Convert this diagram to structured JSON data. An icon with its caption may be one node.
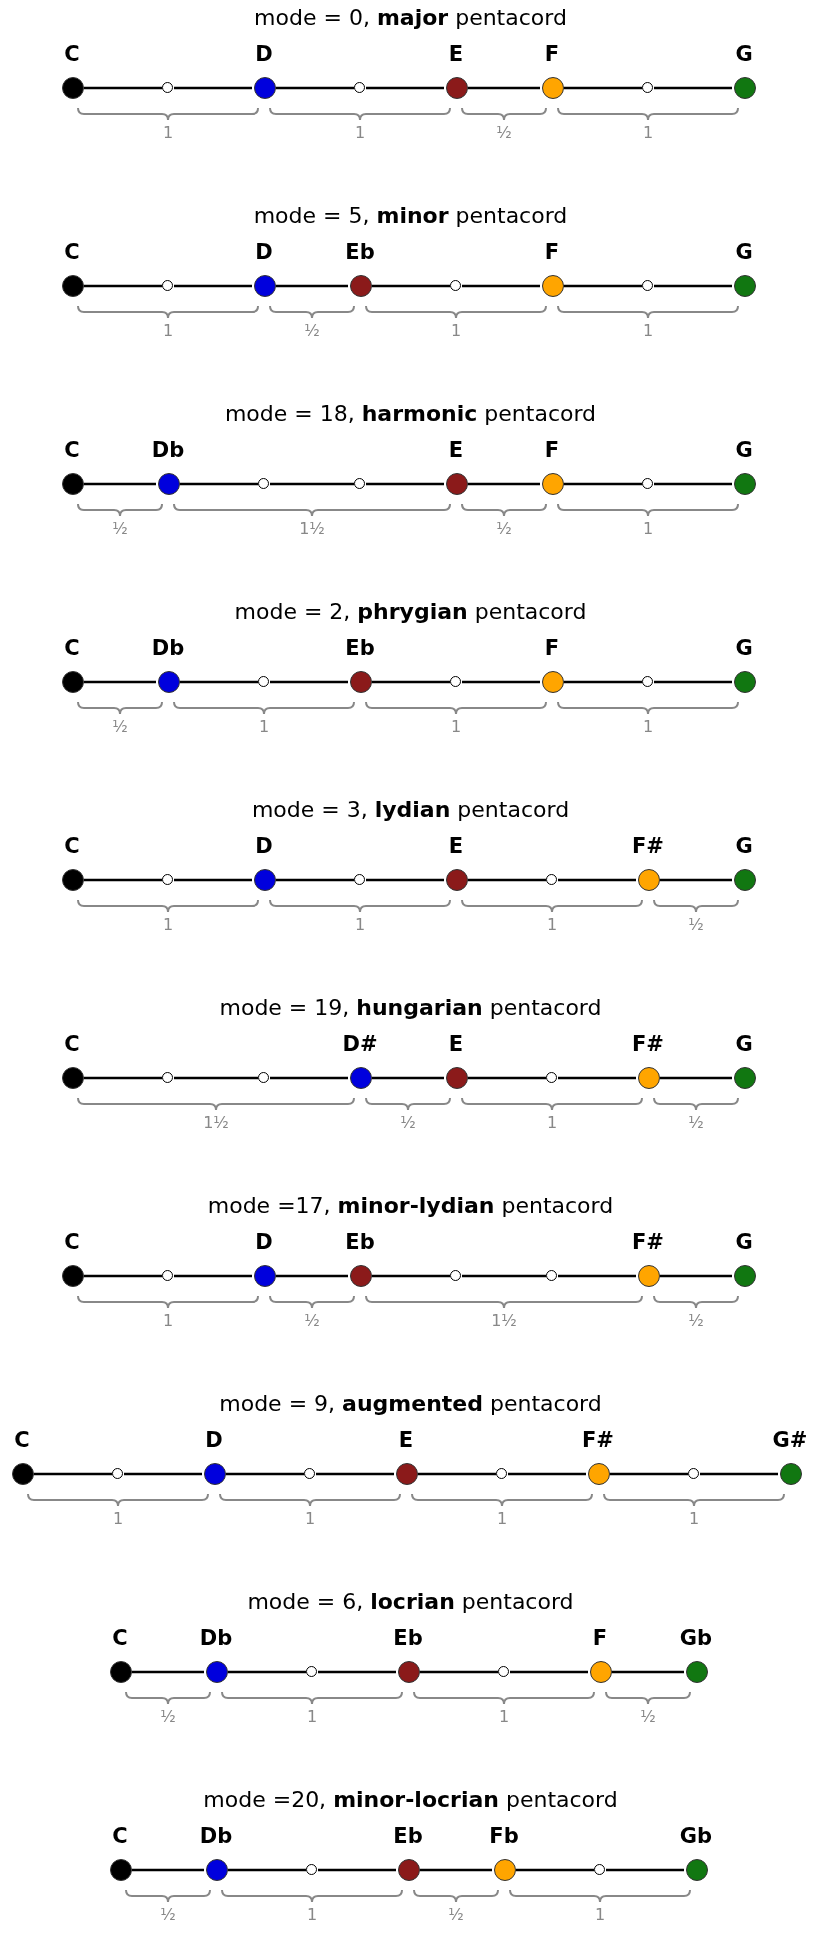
{
  "diagram": {
    "nodes": [
      {
        "text": [
          "C"
        ]
      },
      {
        "text": [],
        "shape": "circle"
      },
      {
        "text": [
          "D"
        ]
      },
      {
        "text": [],
        "shape": "circle"
      },
      {
        "text": [
          "E"
        ]
      },
      {
        "text": [
          "F"
        ]
      },
      {
        "text": [],
        "shape": "circle"
      },
      {
        "text": [
          "G"
        ]
      },
      {
        "text": [
          "C"
        ]
      },
      {
        "text": [],
        "shape": "circle"
      },
      {
        "text": [
          "D"
        ]
      },
      {
        "text": [
          "Eb"
        ]
      },
      {
        "text": [],
        "shape": "circle"
      },
      {
        "text": [
          "F"
        ]
      },
      {
        "text": [],
        "shape": "circle"
      },
      {
        "text": [
          "G"
        ]
      },
      {
        "text": [
          "C"
        ]
      },
      {
        "text": [
          "Db"
        ]
      },
      {
        "text": [],
        "shape": "circle"
      },
      {
        "text": [],
        "shape": "circle"
      },
      {
        "text": [
          "E"
        ]
      },
      {
        "text": [
          "F"
        ]
      },
      {
        "text": [],
        "shape": "circle"
      },
      {
        "text": [
          "G"
        ]
      },
      {
        "text": [
          "C"
        ]
      },
      {
        "text": [
          "Db"
        ]
      },
      {
        "text": [],
        "shape": "circle"
      },
      {
        "text": [
          "Eb"
        ]
      },
      {
        "text": [],
        "shape": "circle"
      },
      {
        "text": [
          "F"
        ]
      },
      {
        "text": [],
        "shape": "circle"
      },
      {
        "text": [
          "G"
        ]
      },
      {
        "text": [
          "C"
        ]
      },
      {
        "text": [],
        "shape": "circle"
      },
      {
        "text": [
          "D"
        ]
      },
      {
        "text": [],
        "shape": "circle"
      },
      {
        "text": [
          "E"
        ]
      },
      {
        "text": [],
        "shape": "circle"
      },
      {
        "text": [
          "F#"
        ]
      },
      {
        "text": [
          "G"
        ]
      },
      {
        "text": [
          "C"
        ]
      },
      {
        "text": [],
        "shape": "circle"
      },
      {
        "text": [],
        "shape": "circle"
      },
      {
        "text": [
          "D#"
        ]
      },
      {
        "text": [
          "E"
        ]
      },
      {
        "text": [],
        "shape": "circle"
      },
      {
        "text": [
          "F#"
        ]
      },
      {
        "text": [
          "G"
        ]
      },
      {
        "text": [
          "C"
        ]
      },
      {
        "text": [],
        "shape": "circle"
      },
      {
        "text": [
          "D"
        ]
      },
      {
        "text": [
          "Eb"
        ]
      },
      {
        "text": [],
        "shape": "circle"
      },
      {
        "text": [],
        "shape": "circle"
      },
      {
        "text": [
          "F#"
        ]
      },
      {
        "text": [
          "G"
        ]
      },
      {
        "text": [
          "C"
        ]
      },
      {
        "text": [],
        "shape": "circle"
      },
      {
        "text": [
          "D"
        ]
      },
      {
        "text": [],
        "shape": "circle"
      },
      {
        "text": [
          "E"
        ]
      },
      {
        "text": [],
        "shape": "circle"
      },
      {
        "text": [
          "F#"
        ]
      },
      {
        "text": [],
        "shape": "circle"
      },
      {
        "text": [
          "G#"
        ]
      },
      {
        "text": [
          "C"
        ]
      },
      {
        "text": [
          "Db"
        ]
      },
      {
        "text": [],
        "shape": "circle"
      },
      {
        "text": [
          "Eb"
        ]
      },
      {
        "text": [],
        "shape": "circle"
      },
      {
        "text": [
          "F"
        ]
      },
      {
        "text": [
          "Gb"
        ]
      },
      {
        "text": [
          "C"
        ]
      },
      {
        "text": [
          "Db"
        ]
      },
      {
        "text": [],
        "shape": "circle"
      },
      {
        "text": [
          "Eb"
        ]
      },
      {
        "text": [
          "Fb"
        ]
      },
      {
        "text": [],
        "shape": "circle"
      },
      {
        "text": [
          "Gb"
        ]
      }
    ],
    "edges": [
      {
        "from": 0,
        "to": 1,
        "arrow": "none"
      },
      {
        "from": 1,
        "to": 2,
        "arrow": "none"
      },
      {
        "from": 2,
        "to": 3,
        "arrow": "none"
      },
      {
        "from": 3,
        "to": 4,
        "arrow": "none"
      },
      {
        "from": 4,
        "to": 5,
        "arrow": "none"
      },
      {
        "from": 5,
        "to": 6,
        "arrow": "none"
      },
      {
        "from": 6,
        "to": 7,
        "arrow": "none"
      },
      {
        "from": 8,
        "to": 9,
        "arrow": "none"
      },
      {
        "from": 9,
        "to": 10,
        "arrow": "none"
      },
      {
        "from": 10,
        "to": 11,
        "arrow": "none"
      },
      {
        "from": 11,
        "to": 12,
        "arrow": "none"
      },
      {
        "from": 12,
        "to": 13,
        "arrow": "none"
      },
      {
        "from": 13,
        "to": 14,
        "arrow": "none"
      },
      {
        "from": 14,
        "to": 15,
        "arrow": "none"
      },
      {
        "from": 16,
        "to": 17,
        "arrow": "none"
      },
      {
        "from": 17,
        "to": 18,
        "arrow": "none"
      },
      {
        "from": 18,
        "to": 19,
        "arrow": "none"
      },
      {
        "from": 19,
        "to": 20,
        "arrow": "none"
      },
      {
        "from": 20,
        "to": 21,
        "arrow": "none"
      },
      {
        "from": 21,
        "to": 22,
        "arrow": "none"
      },
      {
        "from": 22,
        "to": 23,
        "arrow": "none"
      },
      {
        "from": 24,
        "to": 25,
        "arrow": "none"
      },
      {
        "from": 25,
        "to": 26,
        "arrow": "none"
      },
      {
        "from": 26,
        "to": 27,
        "arrow": "none"
      },
      {
        "from": 27,
        "to": 28,
        "arrow": "none"
      },
      {
        "from": 28,
        "to": 29,
        "arrow": "none"
      },
      {
        "from": 29,
        "to": 30,
        "arrow": "none"
      },
      {
        "from": 30,
        "to": 31,
        "arrow": "none"
      },
      {
        "from": 32,
        "to": 33,
        "arrow": "none"
      },
      {
        "from": 33,
        "to": 34,
        "arrow": "none"
      },
      {
        "from": 34,
        "to": 35,
        "arrow": "none"
      },
      {
        "from": 35,
        "to": 36,
        "arrow": "none"
      },
      {
        "from": 36,
        "to": 37,
        "arrow": "none"
      },
      {
        "from": 37,
        "to": 38,
        "arrow": "none"
      },
      {
        "from": 38,
        "to": 39,
        "arrow": "none"
      },
      {
        "from": 40,
        "to": 41,
        "arrow": "none"
      },
      {
        "from": 41,
        "to": 42,
        "arrow": "none"
      },
      {
        "from": 42,
        "to": 43,
        "arrow": "none"
      },
      {
        "from": 43,
        "to": 44,
        "arrow": "none"
      },
      {
        "from": 44,
        "to": 45,
        "arrow": "none"
      },
      {
        "from": 45,
        "to": 46,
        "arrow": "none"
      },
      {
        "from": 46,
        "to": 47,
        "arrow": "none"
      },
      {
        "from": 48,
        "to": 49,
        "arrow": "none"
      },
      {
        "from": 49,
        "to": 50,
        "arrow": "none"
      },
      {
        "from": 50,
        "to": 51,
        "arrow": "none"
      },
      {
        "from": 51,
        "to": 52,
        "arrow": "none"
      },
      {
        "from": 52,
        "to": 53,
        "arrow": "none"
      },
      {
        "from": 53,
        "to": 54,
        "arrow": "none"
      },
      {
        "from": 54,
        "to": 55,
        "arrow": "none"
      },
      {
        "from": 56,
        "to": 57,
        "arrow": "none"
      },
      {
        "from": 57,
        "to": 58,
        "arrow": "none"
      },
      {
        "from": 58,
        "to": 59,
        "arrow": "none"
      },
      {
        "from": 59,
        "to": 60,
        "arrow": "none"
      },
      {
        "from": 60,
        "to": 61,
        "arrow": "none"
      },
      {
        "from": 61,
        "to": 62,
        "arrow": "none"
      },
      {
        "from": 62,
        "to": 63,
        "arrow": "none"
      },
      {
        "from": 63,
        "to": 64,
        "arrow": "none"
      },
      {
        "from": 65,
        "to": 66,
        "arrow": "none"
      },
      {
        "from": 66,
        "to": 67,
        "arrow": "none"
      },
      {
        "from": 67,
        "to": 68,
        "arrow": "none"
      },
      {
        "from": 68,
        "to": 69,
        "arrow": "none"
      },
      {
        "from": 69,
        "to": 70,
        "arrow": "none"
      },
      {
        "from": 70,
        "to": 71,
        "arrow": "none"
      },
      {
        "from": 72,
        "to": 73,
        "arrow": "none"
      },
      {
        "from": 73,
        "to": 74,
        "arrow": "none"
      },
      {
        "from": 74,
        "to": 75,
        "arrow": "none"
      },
      {
        "from": 75,
        "to": 76,
        "arrow": "none"
      },
      {
        "from": 76,
        "to": 77,
        "arrow": "none"
      },
      {
        "from": 77,
        "to": 78,
        "arrow": "none"
      }
    ],
    "labels": [
      "mode = 0, **major** pentacord",
      "1",
      "1",
      "½",
      "1",
      "mode = 5, **minor** pentacord",
      "1",
      "½",
      "1",
      "1",
      "mode = 18, **harmonic** pentacord",
      "½",
      "1½",
      "½",
      "1",
      "mode = 2, **phrygian** pentacord",
      "½",
      "1",
      "1",
      "1",
      "mode = 3, **lydian** pentacord",
      "1",
      "1",
      "1",
      "½",
      "mode = 19, **hungarian** pentacord",
      "1½",
      "½",
      "1",
      "½",
      "mode =17, **minor-lydian** pentacord",
      "1",
      "½",
      "1½",
      "½",
      "mode = 9, **augmented** pentacord",
      "1",
      "1",
      "1",
      "1",
      "mode = 6, **locrian** pentacord",
      "½",
      "1",
      "1",
      "½",
      "mode =20, **minor-locrian** pentacord",
      "½",
      "1",
      "½",
      "1"
    ]
  }
}
